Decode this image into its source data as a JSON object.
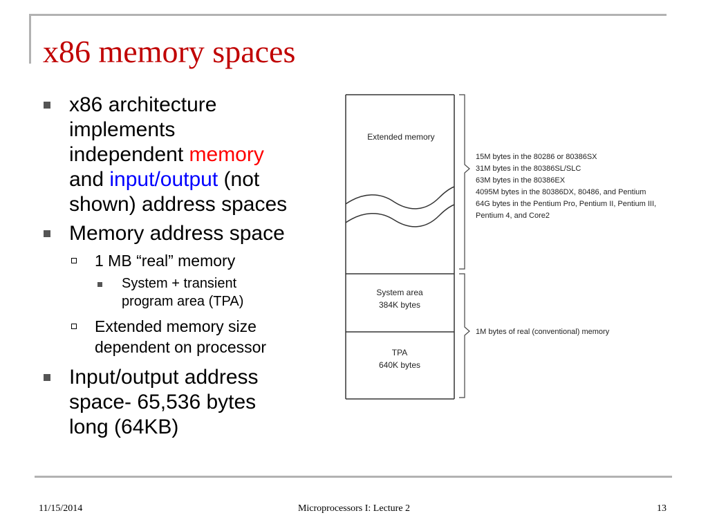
{
  "slide": {
    "title": "x86 memory spaces",
    "bullets": {
      "b1": {
        "text": "x86 architecture implements independent ",
        "red": "memory",
        "and": "and ",
        "blue": "input/output",
        "tail": " (not shown) address spaces"
      },
      "b2": "Memory address space",
      "b2_1": "1 MB “real” memory",
      "b2_1_1": "System + transient program area (TPA)",
      "b2_2": "Extended memory size dependent on processor",
      "b3": "Input/output address space- 65,536 bytes long (64KB)"
    },
    "bullet_lines": {
      "b1": [
        "x86 architecture",
        "implements",
        "independent"
      ],
      "b1_tail_l1": "(not",
      "b1_tail_l2": "shown) address spaces",
      "b2_1_1": [
        "System + transient",
        "program area (TPA)"
      ],
      "b2_2": [
        "Extended memory size",
        "dependent on processor"
      ],
      "b3": [
        "Input/output address",
        "space- 65,536 bytes",
        "long (64KB)"
      ]
    },
    "colors": {
      "title": "#c00000",
      "highlight_red": "#ff0000",
      "highlight_blue": "#0000ff",
      "rule": "#b2b2b2"
    }
  },
  "diagram": {
    "blocks": {
      "extended": "Extended memory",
      "system_area": [
        "System area",
        "384K bytes"
      ],
      "tpa": [
        "TPA",
        "640K bytes"
      ]
    },
    "extended_notes": [
      "15M bytes in the 80286 or 80386SX",
      "31M bytes in the 80386SL/SLC",
      "63M bytes in the 80386EX",
      "4095M bytes in the 80386DX, 80486, and Pentium",
      "64G bytes in the Pentium Pro, Pentium II, Pentium III,",
      "Pentium 4, and Core2"
    ],
    "real_note": "1M bytes of real (conventional) memory"
  },
  "footer": {
    "date": "11/15/2014",
    "center": "Microprocessors I:  Lecture 2",
    "page": "13"
  }
}
